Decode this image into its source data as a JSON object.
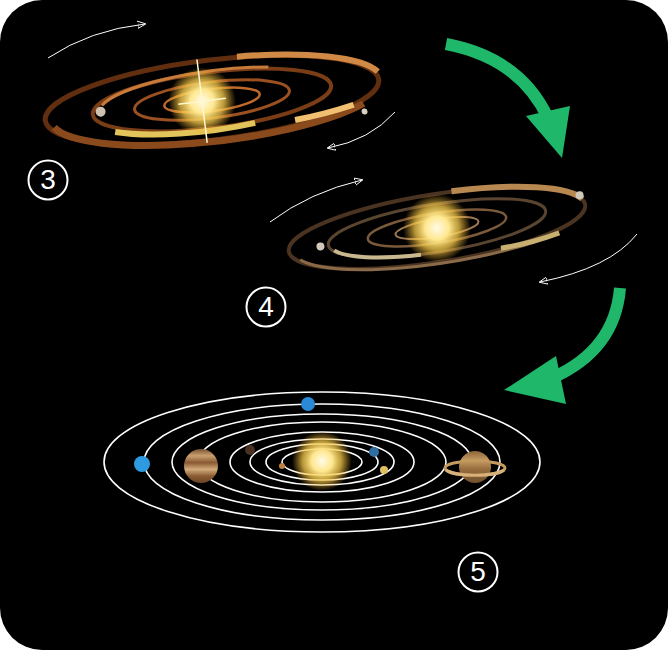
{
  "diagram": {
    "nodes": [
      {
        "text": [
          "3"
        ]
      },
      {
        "text": [
          "4"
        ]
      },
      {
        "text": [
          "5"
        ]
      }
    ]
  }
}
